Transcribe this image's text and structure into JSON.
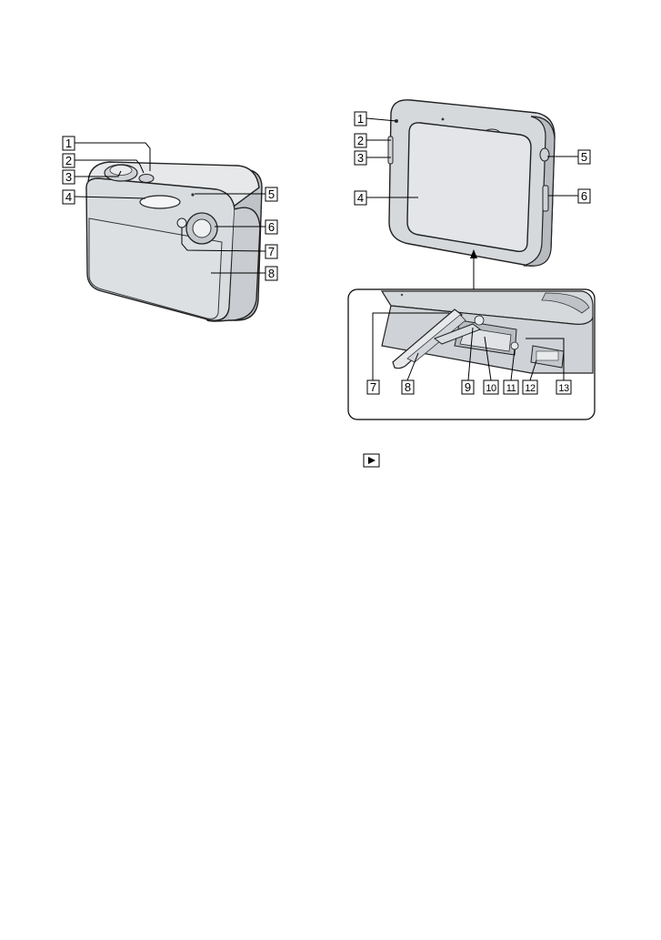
{
  "front_view": {
    "callouts": [
      "1",
      "2",
      "3",
      "4",
      "5",
      "6",
      "7",
      "8"
    ]
  },
  "rear_view": {
    "callouts": [
      "1",
      "2",
      "3",
      "4",
      "5",
      "6"
    ]
  },
  "bottom_view": {
    "callouts": [
      "7",
      "8",
      "9",
      "10",
      "11",
      "12",
      "13"
    ]
  },
  "playback_icon": "play-triangle-icon"
}
